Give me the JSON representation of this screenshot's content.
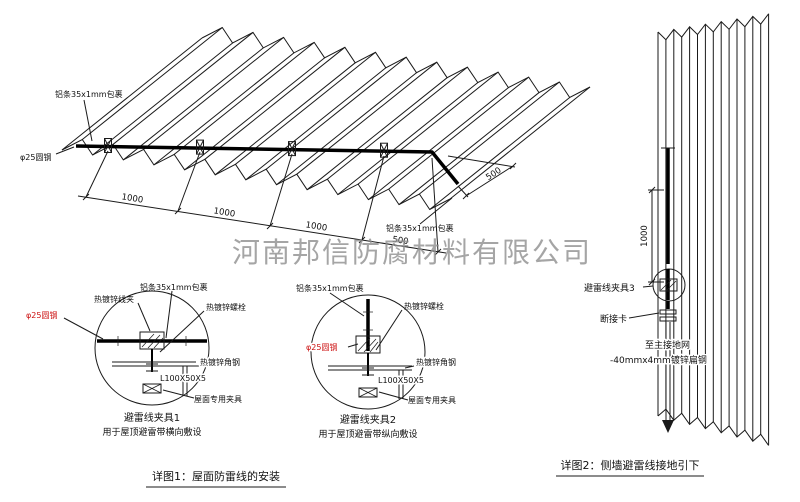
{
  "watermark": {
    "text": "河南邦信防腐材料有限公司"
  },
  "roof": {
    "label_strip_top": "铝条35x1mm包裹",
    "label_round_steel": "φ25圆钢",
    "label_strip_right": "铝条35x1mm包裹",
    "dims": {
      "seg1": "1000",
      "seg2": "1000",
      "seg3": "1000",
      "seg4": "500",
      "side": "500"
    }
  },
  "detail1": {
    "title": "避雷线夹具1",
    "subtitle": "用于屋顶避雷带横向敷设",
    "labels": {
      "wire_clip": "热镀锌线夹",
      "strip": "铝条35x1mm包裹",
      "bolt": "热镀锌螺栓",
      "round_steel": "φ25圆钢",
      "angle_steel": "热镀锌角钢",
      "angle_spec": "L100X50X5",
      "roof_clamp": "屋面专用夹具"
    }
  },
  "detail2": {
    "title": "避雷线夹具2",
    "subtitle": "用于屋顶避雷带纵向敷设",
    "labels": {
      "strip": "铝条35x1mm包裹",
      "bolt": "热镀锌螺栓",
      "round_steel": "φ25圆钢",
      "angle_steel": "热镀锌角钢",
      "angle_spec": "L100X50X5",
      "roof_clamp": "屋面专用夹具"
    }
  },
  "wall": {
    "dim": "1000",
    "labels": {
      "clamp3": "避雷线夹具3",
      "disconnect": "断接卡",
      "to_ground": "至主接地网",
      "flat_steel": "-40mmx4mm镀锌扁钢"
    }
  },
  "captions": {
    "detail1": "详图1：屋面防雷线的安装",
    "detail2": "详图2：侧墙避雷线接地引下"
  },
  "colors": {
    "line": "#1a1a1a",
    "red": "#cc1111",
    "watermark": "#8f8f8f"
  }
}
